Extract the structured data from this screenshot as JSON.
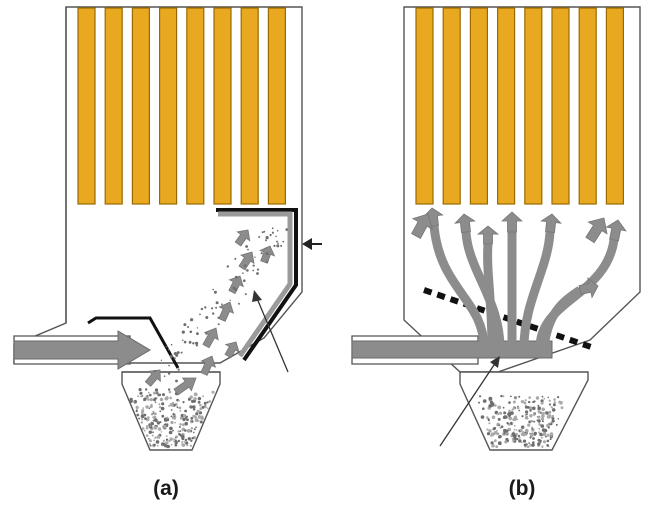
{
  "panels": [
    {
      "id": "a",
      "label": "(a)",
      "bag_count": 8
    },
    {
      "id": "b",
      "label": "(b)",
      "bag_count": 8
    }
  ],
  "colors": {
    "filter_bag": "#E8A820",
    "filter_bag_edge": "#9A6A00",
    "housing_outline": "#555555",
    "flow_arrow": "#8C8C8C",
    "baffle": "#111111",
    "dust": "#6E6E6E",
    "pointer_line": "#333333"
  },
  "icons": {
    "filter_bags": "vertical-bar-shapes",
    "gas_flow": "block-arrow-shapes",
    "dust_particles": "dot-shapes",
    "distribution_plate": "dashed-line-shape"
  }
}
